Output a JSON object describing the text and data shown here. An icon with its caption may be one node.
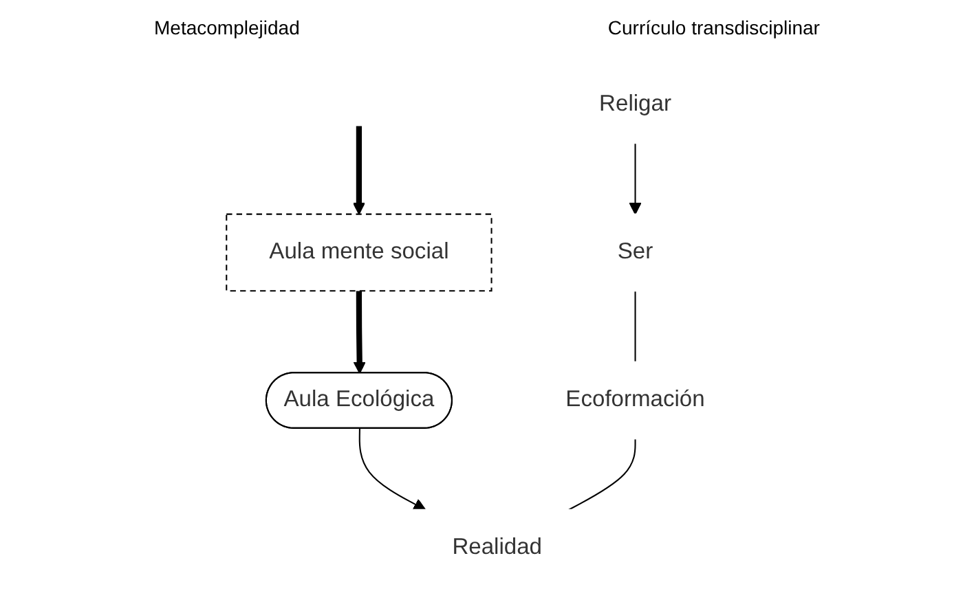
{
  "diagram": {
    "nodes": [
      {
        "text": [
          "Religar"
        ]
      },
      {
        "text": [
          "Ser"
        ]
      },
      {
        "text": [
          "Aula mente social"
        ]
      },
      {
        "text": [
          "Aula Ecológica"
        ]
      },
      {
        "text": [
          "Ecoformación"
        ]
      },
      {
        "text": [
          "Realidad"
        ]
      }
    ],
    "edges": [
      {
        "from": 0,
        "to": 1,
        "arrow": "to"
      },
      {
        "from": null,
        "to": 2,
        "arrow": "to",
        "style": "thick"
      },
      {
        "from": 2,
        "to": 3,
        "arrow": "to",
        "style": "thick"
      },
      {
        "from": 3,
        "to": 5,
        "arrow": "to"
      },
      {
        "from": 1,
        "to": 4,
        "arrow": "none"
      },
      {
        "from": 4,
        "to": 5,
        "arrow": "none"
      }
    ],
    "labels": [
      "Metacomplejidad",
      "Currículo transdisciplinar"
    ]
  }
}
